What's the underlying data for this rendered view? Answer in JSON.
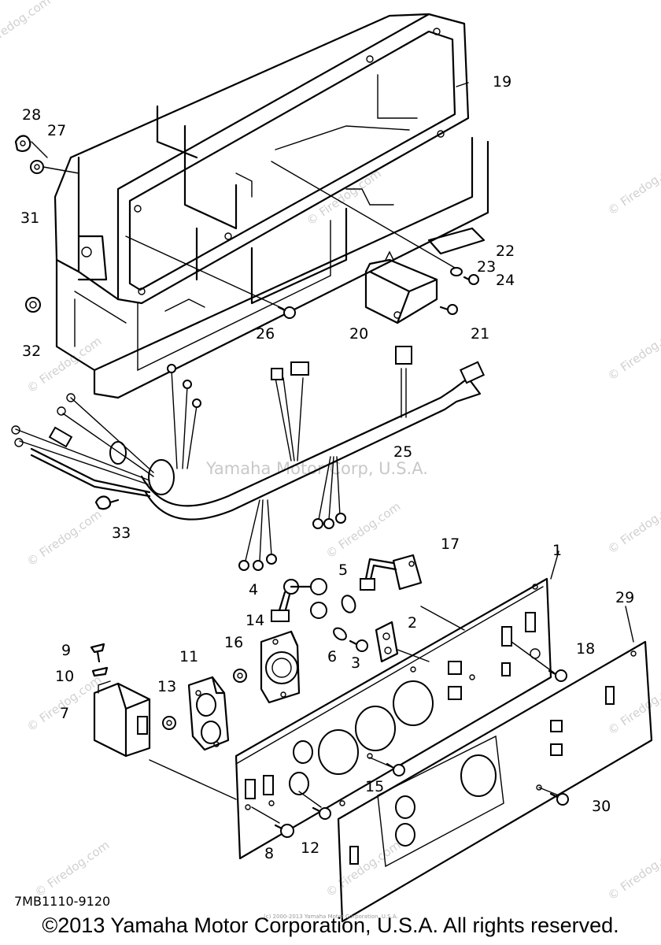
{
  "part_labels": {
    "p1": "1",
    "p2": "2",
    "p3": "3",
    "p4": "4",
    "p5": "5",
    "p6": "6",
    "p7": "7",
    "p8": "8",
    "p9": "9",
    "p10": "10",
    "p11": "11",
    "p12": "12",
    "p13": "13",
    "p14": "14",
    "p15": "15",
    "p16": "16",
    "p17": "17",
    "p18": "18",
    "p19": "19",
    "p20": "20",
    "p21": "21",
    "p22": "22",
    "p23": "23",
    "p24": "24",
    "p25": "25",
    "p26": "26",
    "p27": "27",
    "p28": "28",
    "p29": "29",
    "p30": "30",
    "p31": "31",
    "p32": "32",
    "p33": "33"
  },
  "watermarks": {
    "firedog": "© Firedog.com",
    "center": "Yamaha Motor Corp, U.S.A.",
    "tiny": "(c) 2000-2013 Yamaha Motor Corporation, U.S.A."
  },
  "diagram_code": "7MB1110-9120",
  "copyright": "©2013 Yamaha Motor Corporation, U.S.A. All rights reserved."
}
